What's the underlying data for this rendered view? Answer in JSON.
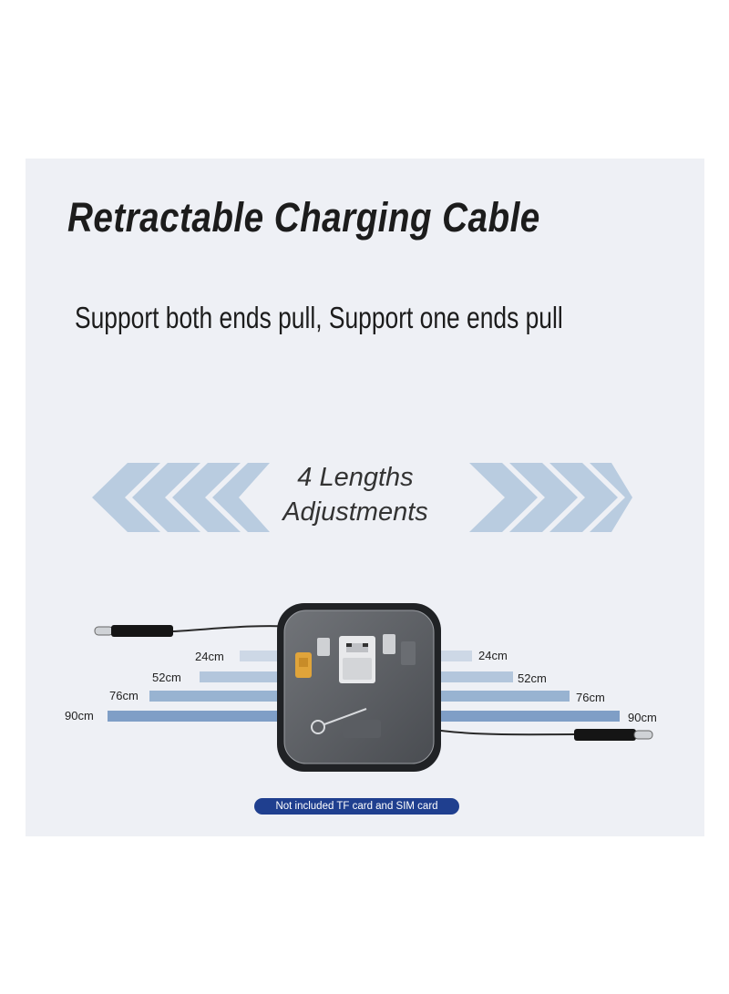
{
  "title": "Retractable Charging Cable",
  "subtitle": "Support both ends pull, Support one ends pull",
  "lengths_heading": {
    "line1": "4 Lengths",
    "line2": "Adjustments"
  },
  "length_options": [
    {
      "label": "24cm",
      "color": "#cdd8e6"
    },
    {
      "label": "52cm",
      "color": "#b3c6dc"
    },
    {
      "label": "76cm",
      "color": "#98b3d1"
    },
    {
      "label": "90cm",
      "color": "#7f9ec6"
    }
  ],
  "note": "Not included TF card and SIM card",
  "colors": {
    "panel": "#eef0f5",
    "chevron": "#b9cce0",
    "note_bg": "#1f3f8f"
  },
  "icons": [
    "chevron-left-icon",
    "chevron-right-icon",
    "cable-box-icon",
    "usb-c-connector-icon"
  ]
}
